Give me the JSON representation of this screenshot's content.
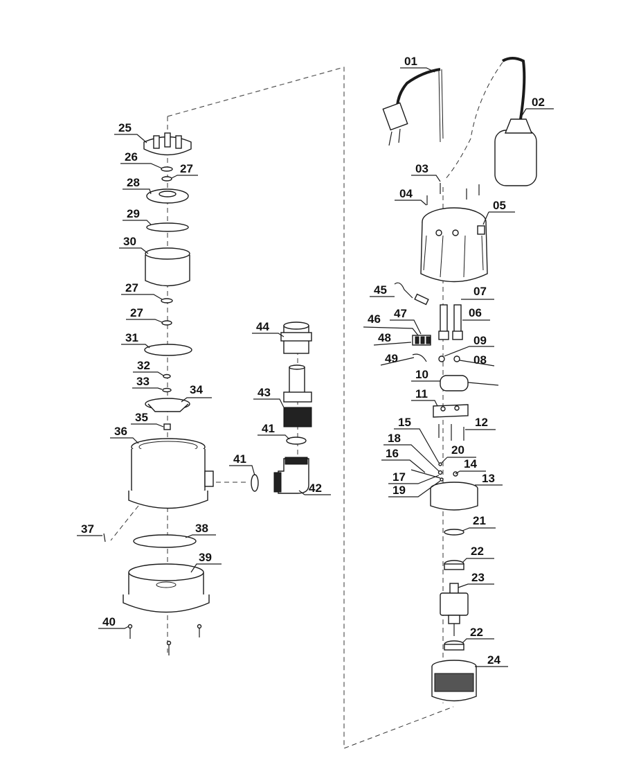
{
  "labels": {
    "p01": "01",
    "p02": "02",
    "p03": "03",
    "p04": "04",
    "p05": "05",
    "p06": "06",
    "p07": "07",
    "p08": "08",
    "p09": "09",
    "p10": "10",
    "p11": "11",
    "p12": "12",
    "p13": "13",
    "p14": "14",
    "p15": "15",
    "p16": "16",
    "p17": "17",
    "p18": "18",
    "p19": "19",
    "p20": "20",
    "p21": "21",
    "p22a": "22",
    "p22b": "22",
    "p23": "23",
    "p24": "24",
    "p25": "25",
    "p26": "26",
    "p27a": "27",
    "p27b": "27",
    "p27c": "27",
    "p28": "28",
    "p29": "29",
    "p30": "30",
    "p31": "31",
    "p32": "32",
    "p33": "33",
    "p34": "34",
    "p35": "35",
    "p36": "36",
    "p37": "37",
    "p38": "38",
    "p39": "39",
    "p40": "40",
    "p41a": "41",
    "p41b": "41",
    "p42": "42",
    "p43": "43",
    "p44": "44",
    "p45": "45",
    "p46": "46",
    "p47": "47",
    "p48": "48",
    "p49": "49"
  }
}
